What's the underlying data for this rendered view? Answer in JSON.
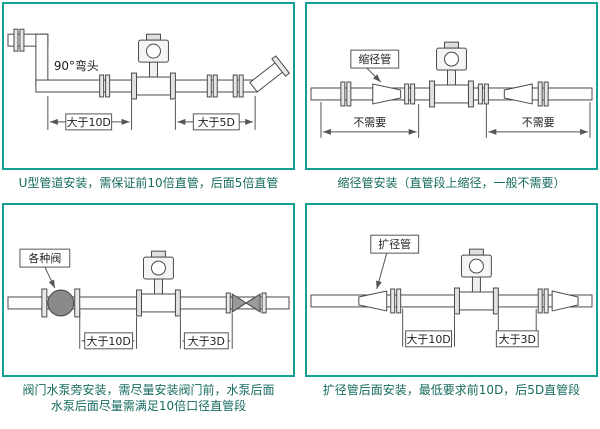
{
  "theme": {
    "border_color": "#12a095",
    "caption_color": "#176b5f",
    "line_color": "#4a4a4a"
  },
  "panels": [
    {
      "name": "u-pipe-installation",
      "callout": "90°弯头",
      "dim_left": "大于10D",
      "dim_right": "大于5D",
      "caption": "U型管道安装，需保证前10倍直管，后面5倍直管"
    },
    {
      "name": "reducer-installation",
      "callout": "缩径管",
      "dim_left": "不需要",
      "dim_right": "不需要",
      "caption": "缩径管安装（直管段上缩径，一般不需要）"
    },
    {
      "name": "valve-pump-installation",
      "callout": "各种阀",
      "dim_left": "大于10D",
      "dim_right": "大于3D",
      "caption_line1": "阀门水泵旁安装，需尽量安装阀门前，水泵后面",
      "caption_line2": "水泵后面尽量需满足10倍口径直管段"
    },
    {
      "name": "expander-installation",
      "callout": "扩径管",
      "dim_left": "大于10D",
      "dim_right": "大于3D",
      "caption": "扩径管后面安装，最低要求前10D，后5D直管段"
    }
  ]
}
